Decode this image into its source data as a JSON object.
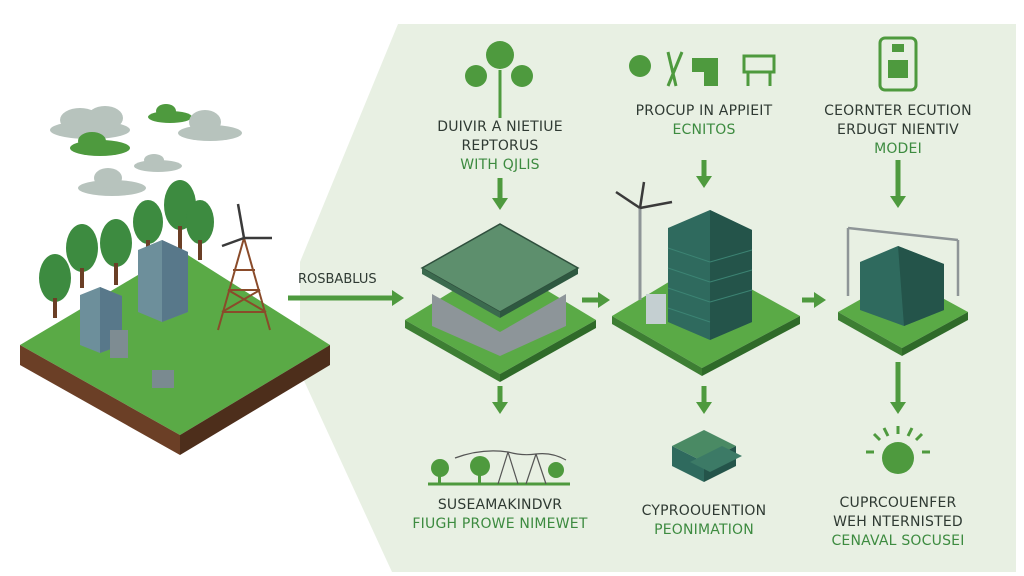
{
  "colors": {
    "panel": "#e8f0e3",
    "grass": "#5aaa46",
    "arrow": "#4e9a3e",
    "building": "#2f6a5e"
  },
  "left_arrow_label": "ROSBABLUS",
  "steps": [
    {
      "line1": "DUIVIR A NIETIUE",
      "line2": "REPTORUS",
      "line3": "WITH QJLIS"
    },
    {
      "line1": "PROCUP IN APPIEIT",
      "line2": "ECNITOS"
    },
    {
      "line1": "CEORNTER ECUTION",
      "line2": "ERDUGT NIENTIV",
      "line3": "MODEI"
    },
    {
      "line1": "SUSEAMAKINDVR",
      "line2": "FIUGH PROWE NIMEWET"
    },
    {
      "line1": "CYPROOUENTION",
      "line2": "PEONIMATION"
    },
    {
      "line1": "CUPRCOUENFER",
      "line2": "WEH NTERNISTED",
      "line3": "CENAVAL SOCUSEI"
    }
  ]
}
